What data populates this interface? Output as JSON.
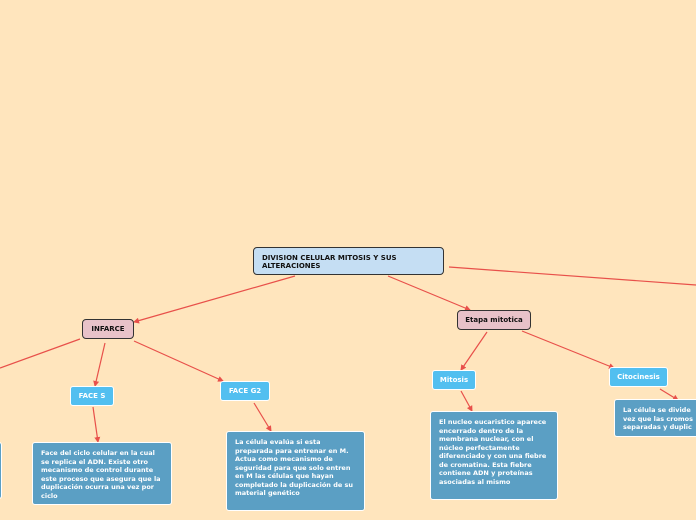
{
  "colors": {
    "background": "#ffe5bd",
    "connector": "#e8504a"
  },
  "root": {
    "label": "DIVISION CELULAR MITOSIS Y SUS ALTERACIONES"
  },
  "infarce": {
    "label": "INFARCE",
    "face_s": {
      "label": "FACE S",
      "text": "Face del ciclo celular en la cual se replica el ADN. Existe otro mecanismo de control durante este proceso que asegura que la duplicación ocurra una vez por ciclo"
    },
    "face_g2": {
      "label": "FACE G2",
      "text": "La célula evalúa si esta preparada para entrenar en M. Actua como mecanismo de seguridad para que solo entren en M las células que hayan completado la duplicación  de su material genético"
    }
  },
  "etapa": {
    "label": "Etapa mitotica",
    "mitosis": {
      "label": "Mitosis",
      "text": "El nucleo eucaristico aparece encerrado dentro de la membrana nuclear, con el núcleo perfectamente diferenciado y con una fiebre de cromatina. Esta fiebre contiene ADN y proteínas asociadas al mismo"
    },
    "citocinesis": {
      "label": "Citocinesis",
      "text_line1": "La célula se divide",
      "text_line2": "vez que las cromos",
      "text_line3": "separadas y duplic"
    }
  }
}
